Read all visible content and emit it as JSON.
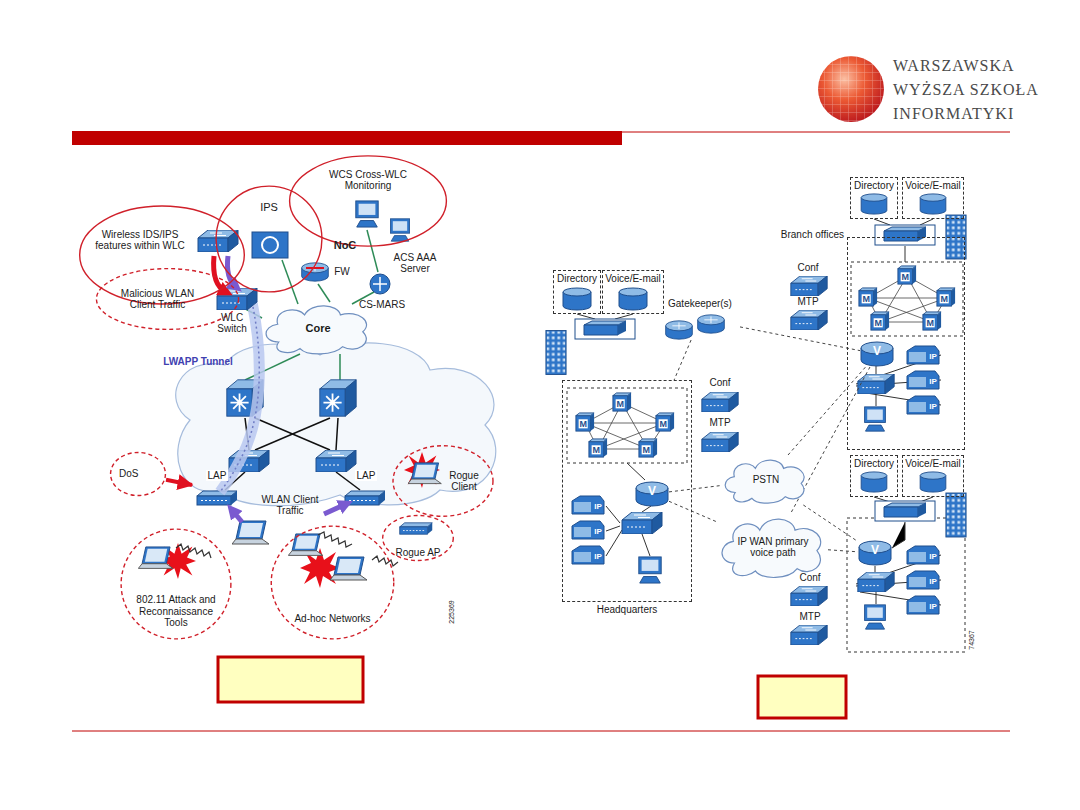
{
  "diagram": {
    "nodes": [
      {
        "text": [
          "WCS Cross-WLC Monitoring"
        ]
      },
      {
        "text": [
          "Wireless IDS/IPS features within WLC"
        ]
      },
      {
        "text": [
          "IPS"
        ]
      },
      {
        "text": [
          "Malicious WLAN Client Traffic"
        ]
      },
      {
        "text": [
          "Core"
        ]
      },
      {
        "text": [
          "LAP"
        ]
      },
      {
        "text": [
          "LAP"
        ]
      },
      {
        "text": [
          "DoS"
        ]
      },
      {
        "text": [
          "802.11 Attack and Reconnaissance Tools"
        ]
      },
      {
        "text": [
          "Ad-hoc Networks"
        ]
      },
      {
        "text": [
          "Rogue Client"
        ]
      },
      {
        "text": [
          "Rogue AP"
        ]
      },
      {
        "text": [
          "Directory"
        ]
      },
      {
        "text": [
          "Voice/E-mail"
        ]
      },
      {
        "text": [
          "Gatekeeper(s)"
        ]
      },
      {
        "text": [
          "Headquarters"
        ]
      },
      {
        "text": [
          "V"
        ],
        "in": 15
      },
      {
        "text": [
          "PSTN"
        ]
      },
      {
        "text": [
          "IP WAN primary voice path"
        ]
      },
      {
        "text": [
          "Directory"
        ]
      },
      {
        "text": [
          "Voice/E-mail"
        ]
      },
      {
        "text": [
          "Branch offices"
        ]
      },
      {
        "text": [
          "V"
        ],
        "in": 21
      },
      {
        "text": [
          "Directory"
        ]
      },
      {
        "text": [
          "Voice/E-mail"
        ]
      },
      {
        "text": [
          "V"
        ]
      }
    ],
    "edges": [
      {
        "from": 7,
        "to": 5,
        "arrow": "to"
      },
      {
        "from": 14,
        "to": 22,
        "arrow": "none"
      },
      {
        "from": 14,
        "to": 15,
        "arrow": "none"
      },
      {
        "from": 16,
        "to": 17,
        "arrow": "none"
      },
      {
        "from": 16,
        "to": 18,
        "arrow": "none"
      },
      {
        "from": 17,
        "to": 22,
        "arrow": "none"
      },
      {
        "from": 17,
        "to": 25,
        "arrow": "none"
      },
      {
        "from": 18,
        "to": 25,
        "arrow": "none"
      },
      {
        "from": 18,
        "to": 22,
        "arrow": "none"
      }
    ],
    "labels": [
      "NoC",
      "ACS AAA Server",
      "FW",
      "CS-MARS",
      "WLC Switch",
      "LWAPP Tunnel",
      "WLAN Client Traffic",
      "225369",
      "Conf",
      "MTP",
      "Conf",
      "MTP",
      "Conf",
      "MTP",
      "M",
      "M",
      "M",
      "M",
      "M",
      "M",
      "M",
      "M",
      "M",
      "M",
      "IP",
      "IP",
      "IP",
      "IP",
      "IP",
      "IP",
      "IP",
      "IP",
      "IP",
      "74367",
      "WARSZAWSKA",
      "WYŻSZA SZKOŁA",
      "INFORMATYKI"
    ]
  }
}
